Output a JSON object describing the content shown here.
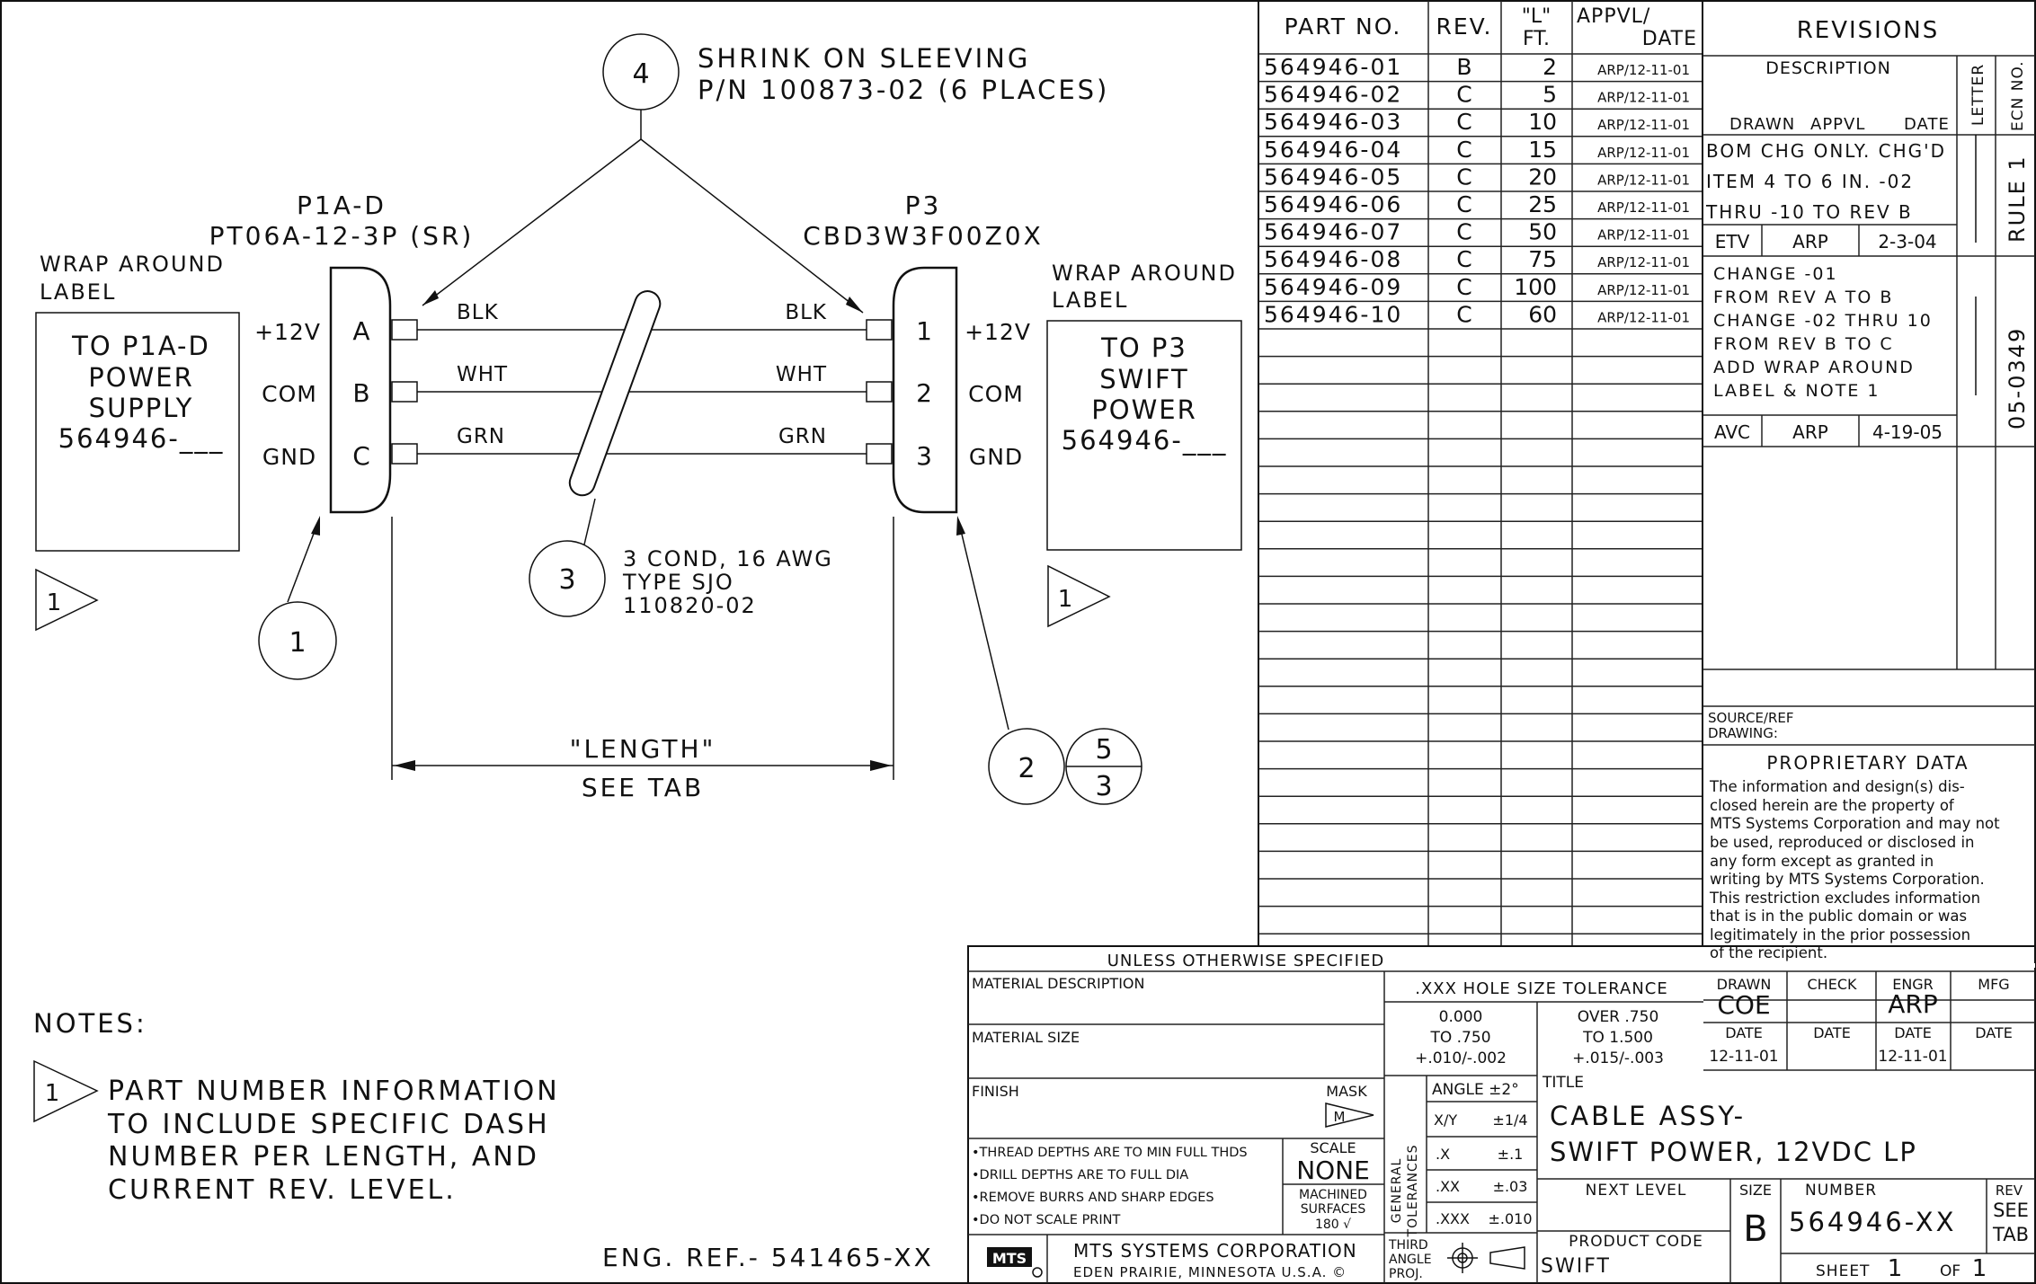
{
  "callouts": {
    "sleeving": {
      "num": "4",
      "line1": "SHRINK ON SLEEVING",
      "line2": "P/N 100873-02 (6 PLACES)"
    },
    "cable": {
      "num": "3",
      "line1": "3 COND, 16 AWG",
      "line2": "TYPE SJO",
      "line3": "110820-02"
    },
    "connector_left": {
      "num": "1"
    },
    "connector_right": {
      "num": "2",
      "frac_top": "5",
      "frac_bottom": "3"
    }
  },
  "connectors": {
    "left": {
      "name": "P1A-D",
      "part": "PT06A-12-3P (SR)",
      "pins": [
        "A",
        "B",
        "C"
      ],
      "signals": [
        "+12V",
        "COM",
        "GND"
      ]
    },
    "right": {
      "name": "P3",
      "part": "CBD3W3F00Z0X",
      "pins": [
        "1",
        "2",
        "3"
      ],
      "signals": [
        "+12V",
        "COM",
        "GND"
      ]
    }
  },
  "wires": [
    "BLK",
    "WHT",
    "GRN"
  ],
  "labels": {
    "left": {
      "caption1": "WRAP AROUND",
      "caption2": "LABEL",
      "line1": "TO P1A-D",
      "line2": "POWER",
      "line3": "SUPPLY",
      "line4": "564946-___"
    },
    "right": {
      "caption1": "WRAP AROUND",
      "caption2": "LABEL",
      "line1": "TO P3",
      "line2": "SWIFT",
      "line3": "POWER",
      "line4": "564946-___"
    }
  },
  "flag_note": "1",
  "length": {
    "label": "\"LENGTH\"",
    "sub": "SEE TAB"
  },
  "notes": {
    "header": "NOTES:",
    "note_num": "1",
    "lines": [
      "PART NUMBER INFORMATION",
      "TO INCLUDE SPECIFIC DASH",
      "NUMBER PER LENGTH, AND",
      "CURRENT REV. LEVEL."
    ]
  },
  "eng_ref": "ENG. REF.- 541465-XX",
  "tab": {
    "headers": {
      "part": "PART NO.",
      "rev": "REV.",
      "l1": "\"L\"",
      "l2": "FT.",
      "appvl1": "APPVL/",
      "appvl2": "DATE"
    },
    "rows": [
      [
        "564946-01",
        "B",
        "2",
        "ARP/12-11-01"
      ],
      [
        "564946-02",
        "C",
        "5",
        "ARP/12-11-01"
      ],
      [
        "564946-03",
        "C",
        "10",
        "ARP/12-11-01"
      ],
      [
        "564946-04",
        "C",
        "15",
        "ARP/12-11-01"
      ],
      [
        "564946-05",
        "C",
        "20",
        "ARP/12-11-01"
      ],
      [
        "564946-06",
        "C",
        "25",
        "ARP/12-11-01"
      ],
      [
        "564946-07",
        "C",
        "50",
        "ARP/12-11-01"
      ],
      [
        "564946-08",
        "C",
        "75",
        "ARP/12-11-01"
      ],
      [
        "564946-09",
        "C",
        "100",
        "ARP/12-11-01"
      ],
      [
        "564946-10",
        "C",
        "60",
        "ARP/12-11-01"
      ]
    ]
  },
  "revisions": {
    "title": "REVISIONS",
    "description": "DESCRIPTION",
    "drawn": "DRAWN",
    "appvl": "APPVL",
    "date": "DATE",
    "letter": "LETTER",
    "ecn": "ECN NO.",
    "entries": [
      {
        "lines": [
          "BOM CHG ONLY. CHG'D",
          "ITEM 4 TO 6 IN. -02",
          "THRU -10 TO REV B"
        ],
        "drawn": "ETV",
        "appvl": "ARP",
        "date": "2-3-04",
        "letter": "",
        "ecn": "RULE 1"
      },
      {
        "lines": [
          "CHANGE -01",
          "FROM REV A TO B",
          "CHANGE -02 THRU 10",
          "FROM REV B TO C",
          "ADD WRAP AROUND",
          "LABEL & NOTE 1"
        ],
        "drawn": "AVC",
        "appvl": "ARP",
        "date": "4-19-05",
        "letter": "",
        "ecn": "05-0349"
      }
    ],
    "source1": "SOURCE/REF",
    "source2": "DRAWING:"
  },
  "proprietary": {
    "title": "PROPRIETARY DATA",
    "lines": [
      "The information and design(s) dis-",
      "closed herein are the property of",
      "MTS Systems Corporation and may not",
      "be used, reproduced or disclosed in",
      "any form except as granted in",
      "writing by MTS Systems Corporation.",
      "This restriction excludes information",
      "that is in the public domain or was",
      "legitimately in the prior possession",
      "of the recipient."
    ]
  },
  "titleblock": {
    "unless": "UNLESS OTHERWISE SPECIFIED",
    "material_desc": "MATERIAL DESCRIPTION",
    "material_size": "MATERIAL SIZE",
    "finish": "FINISH",
    "mask": "MASK",
    "mask_sym": "M",
    "hole_title": ".XXX HOLE SIZE TOLERANCE",
    "hole_a1": "0.000",
    "hole_a2": "TO .750",
    "hole_a3": "+.010/-.002",
    "hole_b1": "OVER .750",
    "hole_b2": "TO 1.500",
    "hole_b3": "+.015/-.003",
    "general": "GENERAL",
    "tolerances": "TOLERANCES",
    "angle": "ANGLE ±2°",
    "xy": "X/Y",
    "xy_tol": "±1/4",
    "x1": ".X",
    "x1_tol": "±.1",
    "x2": ".XX",
    "x2_tol": "±.03",
    "x3": ".XXX",
    "x3_tol": "±.010",
    "specs": [
      "•THREAD DEPTHS ARE TO MIN FULL THDS",
      "•DRILL DEPTHS ARE TO FULL DIA",
      "•REMOVE BURRS AND SHARP EDGES",
      "•DO NOT SCALE PRINT"
    ],
    "scale_label": "SCALE",
    "scale": "NONE",
    "machined1": "MACHINED",
    "machined2": "SURFACES",
    "machined3": "180 √",
    "logo": "MTS",
    "company": "MTS SYSTEMS CORPORATION",
    "city": "EDEN PRAIRIE, MINNESOTA U.S.A. ©",
    "third1": "THIRD",
    "third2": "ANGLE",
    "third3": "PROJ.",
    "drawn_label": "DRAWN",
    "drawn": "COE",
    "check_label": "CHECK",
    "engr_label": "ENGR",
    "engr": "ARP",
    "mfg_label": "MFG",
    "date_label": "DATE",
    "drawn_date": "12-11-01",
    "engr_date": "12-11-01",
    "title_label": "TITLE",
    "title1": "CABLE ASSY-",
    "title2": "SWIFT POWER, 12VDC LP",
    "next_level": "NEXT LEVEL",
    "product_code_label": "PRODUCT CODE",
    "product_code": "SWIFT",
    "size_label": "SIZE",
    "size": "B",
    "number_label": "NUMBER",
    "number": "564946-XX",
    "rev_label": "REV",
    "rev1": "SEE",
    "rev2": "TAB",
    "sheet_label": "SHEET",
    "sheet": "1",
    "of_label": "OF",
    "of": "1"
  }
}
